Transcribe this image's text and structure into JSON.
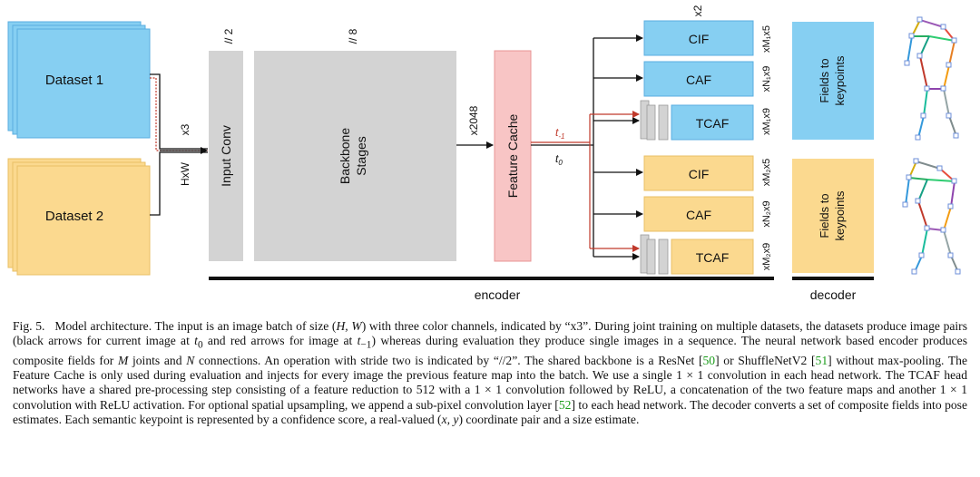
{
  "figure": {
    "dataset1": "Dataset 1",
    "dataset2": "Dataset 2",
    "input_dim": "HxW",
    "input_channels": "x3",
    "input_conv": "Input Conv",
    "stride_input": "// 2",
    "stride_backbone": "// 8",
    "backbone_line1": "Backbone",
    "backbone_line2": "Stages",
    "backbone_channels": "x2048",
    "feature_cache": "Feature Cache",
    "t1": "t",
    "t1_sub": "-1",
    "t0": "t",
    "t0_sub": "0",
    "head_multiplier": "x2",
    "heads_top": [
      {
        "label": "CIF",
        "dim": "xM₁x5"
      },
      {
        "label": "CAF",
        "dim": "xN₁x9"
      },
      {
        "label": "TCAF",
        "dim": "xM₁x9"
      }
    ],
    "heads_bottom": [
      {
        "label": "CIF",
        "dim": "xM₂x5"
      },
      {
        "label": "CAF",
        "dim": "xN₂x9"
      },
      {
        "label": "TCAF",
        "dim": "xM₂x9"
      }
    ],
    "decoder_top_line1": "Fields to",
    "decoder_top_line2": "keypoints",
    "decoder_bottom_line1": "Fields to",
    "decoder_bottom_line2": "keypoints",
    "encoder_label": "encoder",
    "decoder_label": "decoder",
    "colors": {
      "blue": "#86cff2",
      "yellow": "#fbd98f",
      "gray": "#d3d3d3",
      "pink": "#f8c5c5",
      "red_arrow": "#c0392b"
    }
  },
  "caption": {
    "prefix": "Fig. 5.",
    "s1": "Model architecture. The input is an image batch of size (",
    "s1_math": "H, W",
    "s2": ") with three color channels, indicated by “x3”. During joint training on multiple datasets, the datasets produce image pairs (black arrows for current image at ",
    "s2_math": "t",
    "s2_sub": "0",
    "s3": " and red arrows for image at ",
    "s3_math": "t",
    "s3_sub": "−1",
    "s4": ") whereas during evaluation they produce single images in a sequence. The neural network based encoder produces composite fields for ",
    "s4_math": "M",
    "s5": " joints and ",
    "s5_math": "N",
    "s6": " connections. An operation with stride two is indicated by “//2”. The shared backbone is a ResNet [",
    "ref50": "50",
    "s7": "] or ShuffleNetV2 [",
    "ref51": "51",
    "s8": "] without max-pooling. The Feature Cache is only used during evaluation and injects for every image the previous feature map into the batch. We use a single 1 × 1 convolution in each head network. The TCAF head networks have a shared pre-processing step consisting of a feature reduction to 512 with a 1 × 1 convolution followed by ReLU, a concatenation of the two feature maps and another 1 × 1 convolution with ReLU activation. For optional spatial upsampling, we append a sub-pixel convolution layer [",
    "ref52": "52",
    "s9": "] to each head network. The decoder converts a set of composite fields into pose estimates. Each semantic keypoint is represented by a confidence score, a real-valued (",
    "s9_math": "x, y",
    "s10": ") coordinate pair and a size estimate."
  }
}
